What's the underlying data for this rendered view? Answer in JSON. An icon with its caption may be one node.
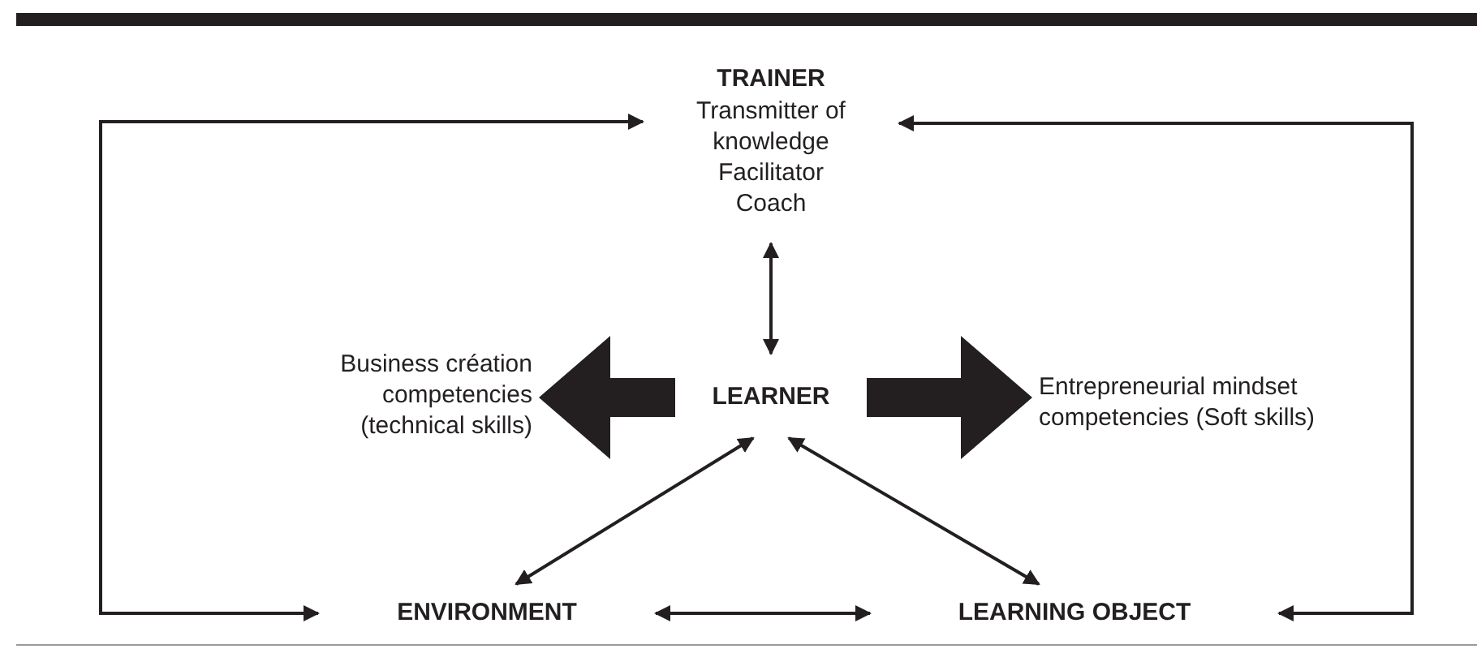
{
  "diagram": {
    "nodes": [
      {
        "text": [
          "TRAINER",
          "Transmitter of knowledge",
          "Facilitator",
          "Coach"
        ]
      },
      {
        "text": [
          "LEARNER"
        ]
      },
      {
        "text": [
          "Business création competencies (technical skills)"
        ]
      },
      {
        "text": [
          "Entrepreneurial mindset competencies (Soft skills)"
        ]
      },
      {
        "text": [
          "ENVIRONMENT"
        ]
      },
      {
        "text": [
          "LEARNING OBJECT"
        ]
      }
    ],
    "edges": [
      {
        "from": 0,
        "to": 1,
        "arrow": "both"
      },
      {
        "from": 1,
        "to": 2,
        "arrow": "to",
        "style": "thick"
      },
      {
        "from": 1,
        "to": 3,
        "arrow": "to",
        "style": "thick"
      },
      {
        "from": 1,
        "to": 4,
        "arrow": "both"
      },
      {
        "from": 4,
        "to": 5,
        "arrow": "both"
      },
      {
        "from": 1,
        "to": 5,
        "arrow": "both"
      },
      {
        "from": 4,
        "to": 0,
        "arrow": "both"
      },
      {
        "from": 5,
        "to": 0,
        "arrow": "both"
      }
    ]
  }
}
